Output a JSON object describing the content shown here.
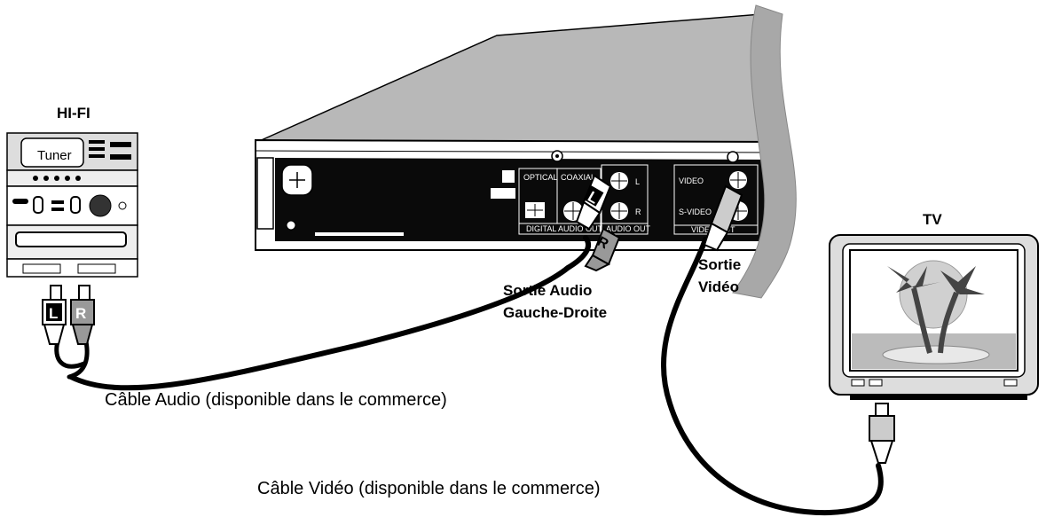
{
  "labels": {
    "hifi": "HI-FI",
    "tuner": "Tuner",
    "tv": "TV",
    "audio_out_line1": "Sortie Audio",
    "audio_out_line2": "Gauche-Droite",
    "video_out_line1": "Sortie",
    "video_out_line2": "Vidéo",
    "audio_cable": "Câble Audio (disponible dans le commerce)",
    "video_cable": "Câble Vidéo (disponible dans le commerce)"
  },
  "plugs": {
    "left": "L",
    "right": "R"
  },
  "panel": {
    "optical": "OPTICAL",
    "coaxial": "COAXIAL",
    "digital_audio_out": "DIGITAL AUDIO OUT",
    "audio_out": "AUDIO OUT",
    "video": "VIDEO",
    "s_video": "S-VIDEO",
    "video_out": "VIDEO OUT",
    "jack_l": "L",
    "jack_r": "R"
  }
}
